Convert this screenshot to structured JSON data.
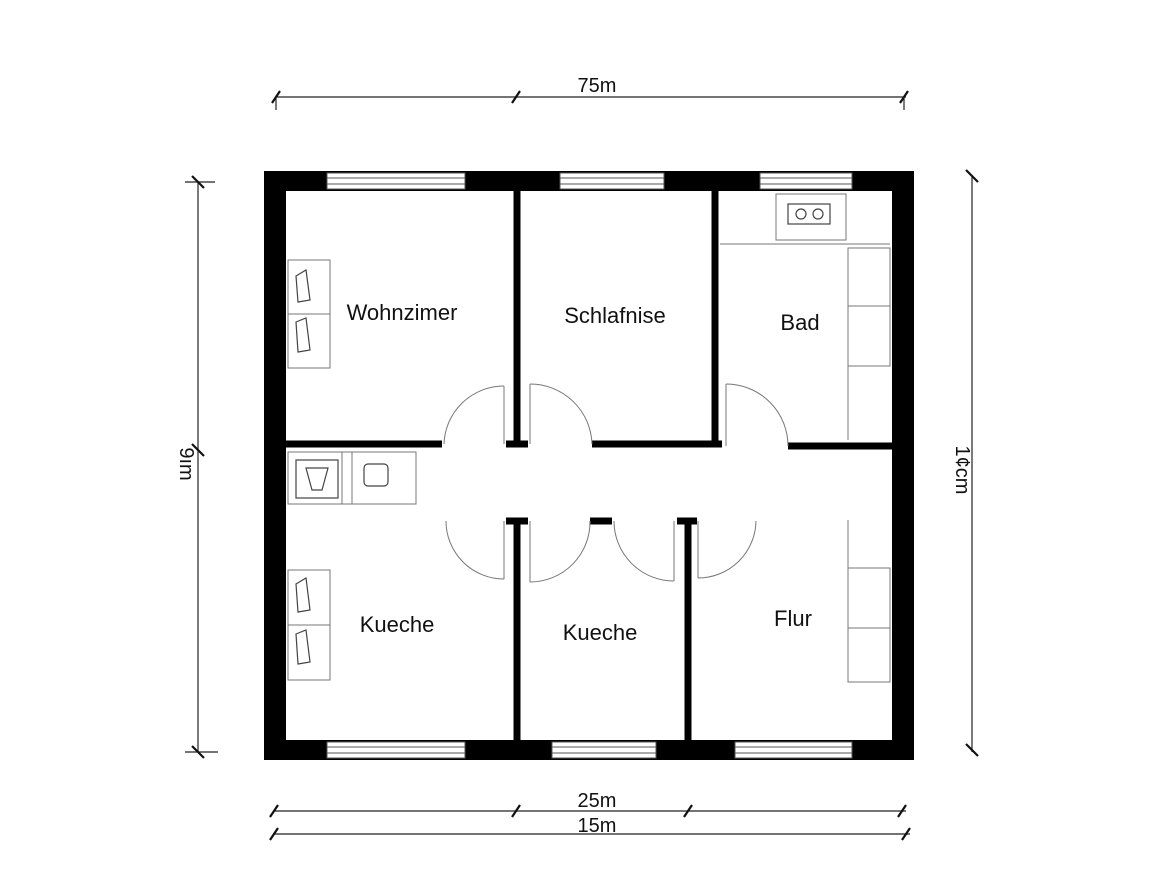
{
  "diagram": {
    "dimensions": {
      "top": "75m",
      "left": "9ım",
      "right": "1¢cm",
      "bottom_upper": "25m",
      "bottom_lower": "15m"
    },
    "rooms": [
      {
        "label": "Wohnzimer"
      },
      {
        "label": "Schlafnise"
      },
      {
        "label": "Bad"
      },
      {
        "label": "Kueche"
      },
      {
        "label": "Kueche"
      },
      {
        "label": "Flur"
      }
    ]
  }
}
